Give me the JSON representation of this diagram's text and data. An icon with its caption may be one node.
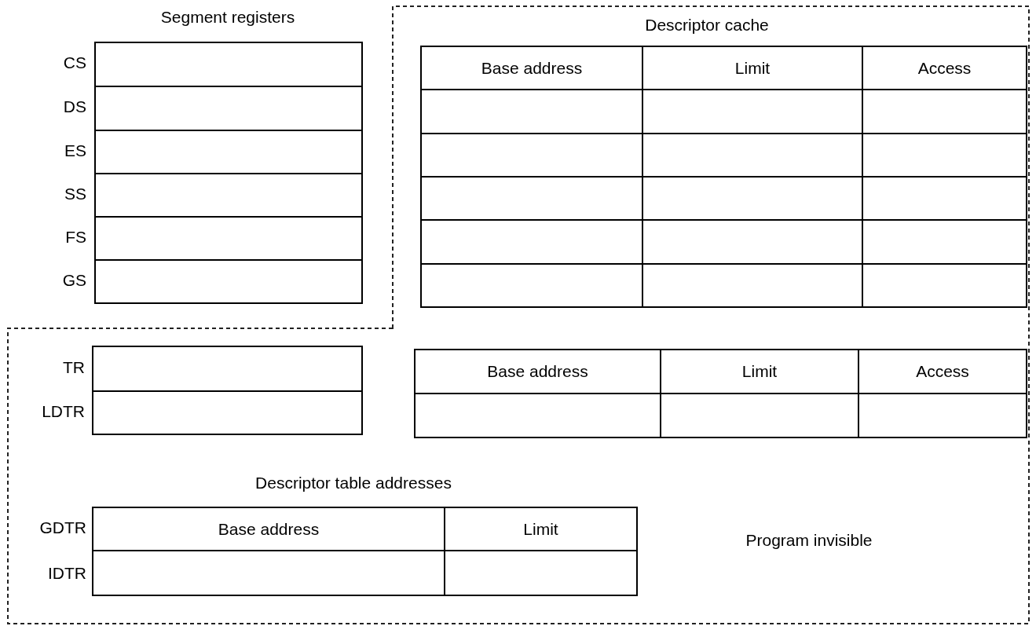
{
  "diagram": {
    "labels": [
      "Segment registers",
      "Descriptor cache",
      "CS",
      "Base address",
      "Limit",
      "Access",
      "DS",
      "ES",
      "SS",
      "FS",
      "GS",
      "TR",
      "Base address",
      "Limit",
      "Access",
      "LDTR",
      "Descriptor table addresses",
      "GDTR",
      "Base address",
      "Limit",
      "Program invisible",
      "IDTR"
    ]
  }
}
